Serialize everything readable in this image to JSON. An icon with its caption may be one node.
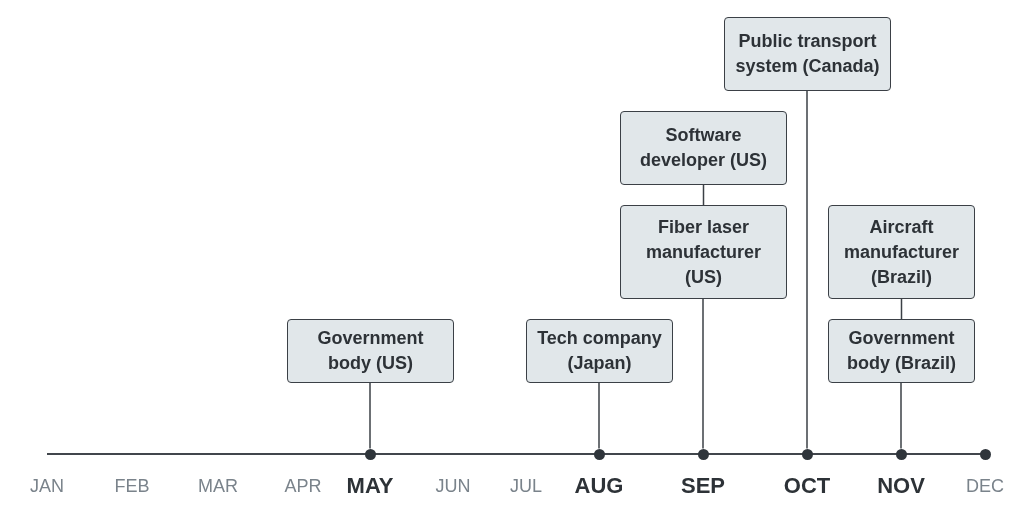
{
  "diagram": {
    "nodes": [
      {
        "text": [
          "Government body (US)"
        ]
      },
      {
        "text": [
          "Tech company (Japan)"
        ]
      },
      {
        "text": [
          "Software developer (US)"
        ]
      },
      {
        "text": [
          "Fiber laser manufacturer (US)"
        ]
      },
      {
        "text": [
          "Public transport system (Canada)"
        ]
      },
      {
        "text": [
          "Aircraft manufacturer (Brazil)"
        ]
      },
      {
        "text": [
          "Government body (Brazil)"
        ]
      },
      {
        "text": [],
        "shape": "circle",
        "beside": [
          "MAY"
        ]
      },
      {
        "text": [],
        "shape": "circle",
        "beside": [
          "AUG"
        ]
      },
      {
        "text": [],
        "shape": "circle",
        "beside": [
          "SEP"
        ]
      },
      {
        "text": [],
        "shape": "circle",
        "beside": [
          "OCT"
        ]
      },
      {
        "text": [],
        "shape": "circle",
        "beside": [
          "NOV"
        ]
      },
      {
        "text": [],
        "shape": "circle",
        "beside": [
          "DEC"
        ]
      }
    ],
    "edges": [
      {
        "from": 0,
        "to": 7,
        "arrow": "none"
      },
      {
        "from": 1,
        "to": 8,
        "arrow": "none"
      },
      {
        "from": 2,
        "to": 3,
        "arrow": "none"
      },
      {
        "from": 3,
        "to": 9,
        "arrow": "none"
      },
      {
        "from": 4,
        "to": 10,
        "arrow": "none"
      },
      {
        "from": 5,
        "to": 6,
        "arrow": "none"
      },
      {
        "from": 6,
        "to": 11,
        "arrow": "none"
      }
    ],
    "labels": [
      "JAN",
      "FEB",
      "MAR",
      "APR",
      "JUN",
      "JUL"
    ]
  }
}
